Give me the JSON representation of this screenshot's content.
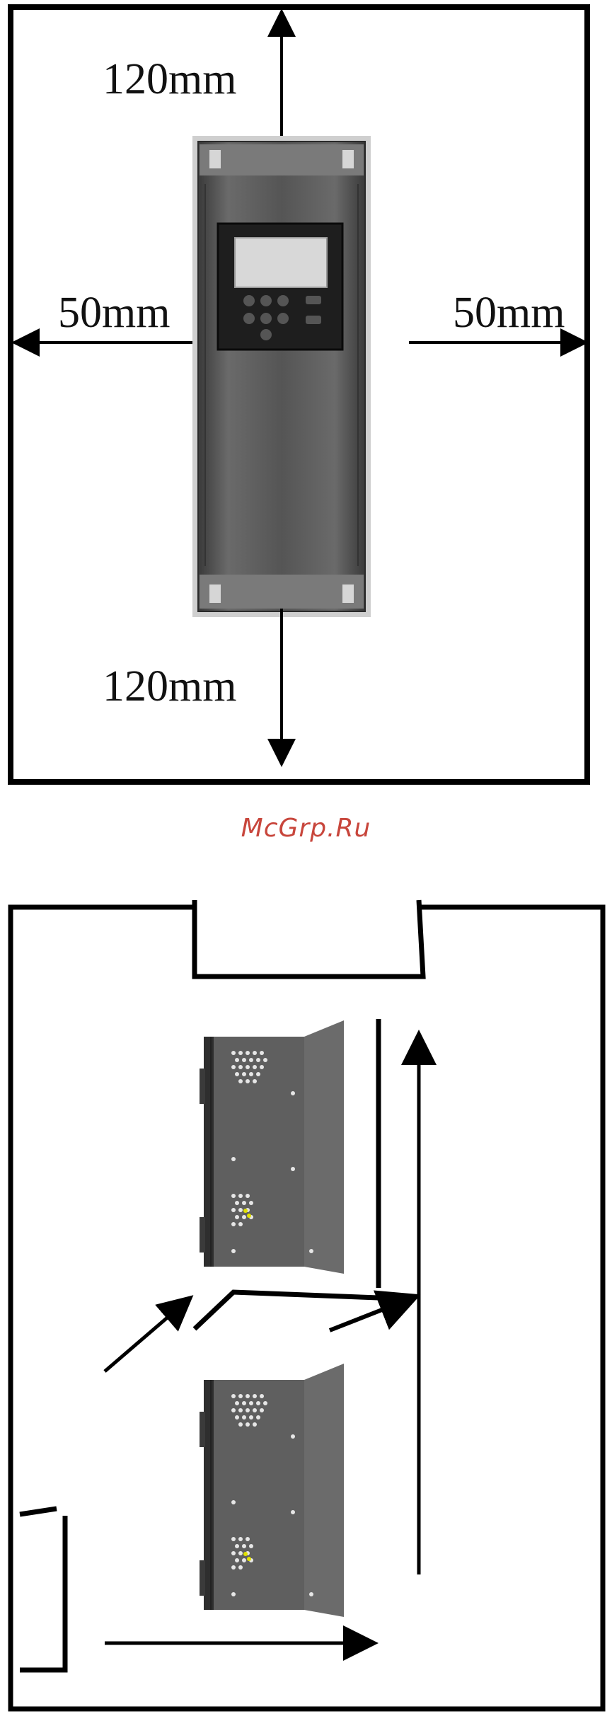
{
  "clearance": {
    "top": "120mm",
    "bottom": "120mm",
    "left": "50mm",
    "right": "50mm"
  },
  "watermark": "McGrp.Ru",
  "colors": {
    "frame": "#000000",
    "device_body": "#5c5c5c",
    "device_bracket": "#c8c8c8",
    "keypad_panel": "#1e1e1e",
    "display": "#d8d8d8",
    "watermark": "#c8463c",
    "vent_accent": "#e0e000"
  }
}
